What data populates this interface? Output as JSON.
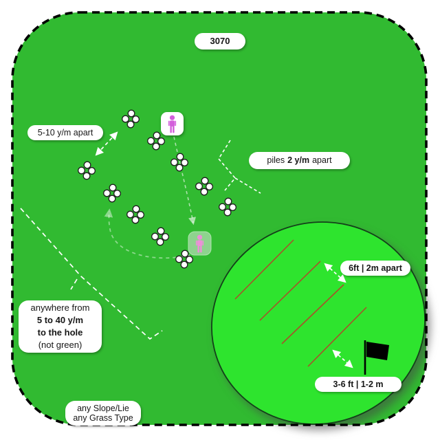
{
  "diagram": {
    "badge": "3070",
    "row_spacing_label": "5-10 y/m apart",
    "pile_spacing": {
      "prefix": "piles",
      "value": "2 y/m",
      "suffix": "apart"
    },
    "green_spacing_label": "6ft | 2m apart",
    "flag_distance_label": "3-6 ft | 1-2 m",
    "hole_distance": {
      "line1": "anywhere from",
      "line2": "5 to 40 y/m",
      "line3": "to the hole",
      "line4": "(not green)"
    },
    "conditions": {
      "line1": "any Slope/Lie",
      "line2": "any Grass Type"
    },
    "counts": {
      "ball_piles": 10,
      "piles_per_row": 5,
      "rows": 2,
      "slope_lines": 4,
      "golfers": 2
    },
    "icons": [
      "ball-pile-icon",
      "golfer-icon",
      "flag-icon"
    ],
    "colors": {
      "field_green": "#31ba31",
      "putting_green": "#2ee42e",
      "slope_line": "#a8512a",
      "golfer_magenta": "#d35fdb",
      "golfer_pink": "#ec8fd8",
      "flag": "#000000"
    }
  }
}
